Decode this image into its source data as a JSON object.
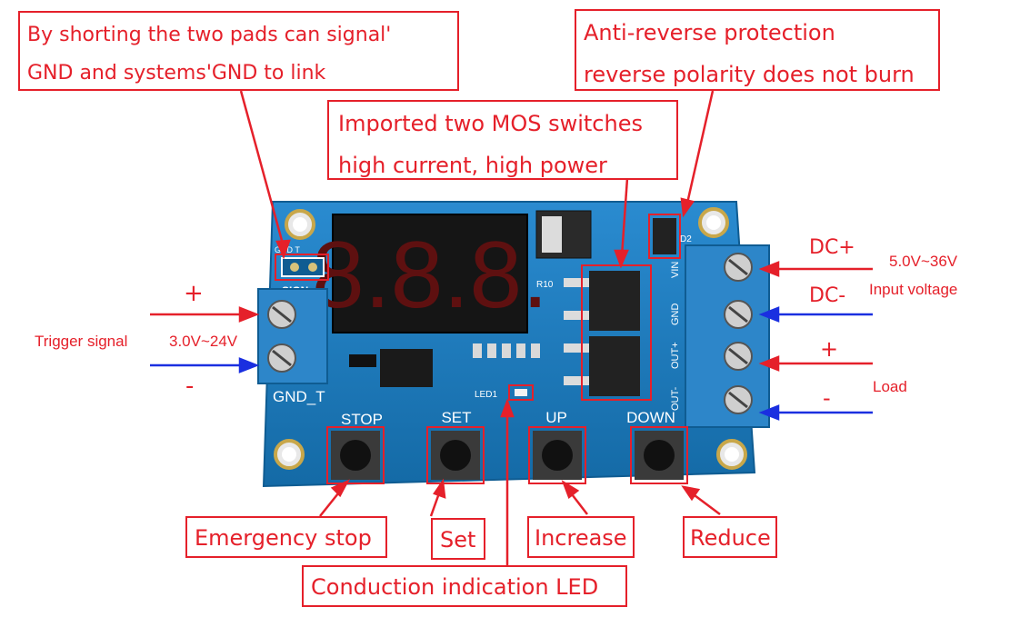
{
  "callouts": {
    "gnd_link": [
      "By shorting the two pads can signal'",
      "GND and systems'GND  to link"
    ],
    "mos": [
      "Imported two MOS switches",
      "high current, high power"
    ],
    "reverse": [
      "Anti-reverse protection",
      "reverse polarity does not burn"
    ],
    "emergency_stop": "Emergency stop",
    "set": "Set",
    "increase": "Increase",
    "reduce": "Reduce",
    "led": "Conduction indication LED"
  },
  "input_side": {
    "plus": "+",
    "minus": "-",
    "trigger_label": "Trigger signal",
    "trigger_range": "3.0V~24V"
  },
  "power_side": {
    "dc_plus": "DC+",
    "dc_minus": "DC-",
    "voltage_range": "5.0V~36V",
    "voltage_label": "Input voltage",
    "load_plus": "+",
    "load_minus": "-",
    "load_label": "Load"
  },
  "board": {
    "buttons": [
      "STOP",
      "SET",
      "UP",
      "DOWN"
    ],
    "silk_gnd_t": "GND_T",
    "silk_sign": "SIGN",
    "silk_gnd_t_small": "GND  T",
    "silk_led": "LED1",
    "silk_vin": "VIN",
    "silk_gnd": "GND",
    "silk_out_plus": "OUT+",
    "silk_out_minus": "OUT-",
    "silk_r10": "R10",
    "silk_d2": "D2",
    "display_digits": "8.8.8."
  },
  "colors": {
    "annotation_red": "#e5202a",
    "arrow_blue": "#1a2fe0",
    "pcb": "#1f77b4",
    "terminal": "#2d86c9"
  }
}
